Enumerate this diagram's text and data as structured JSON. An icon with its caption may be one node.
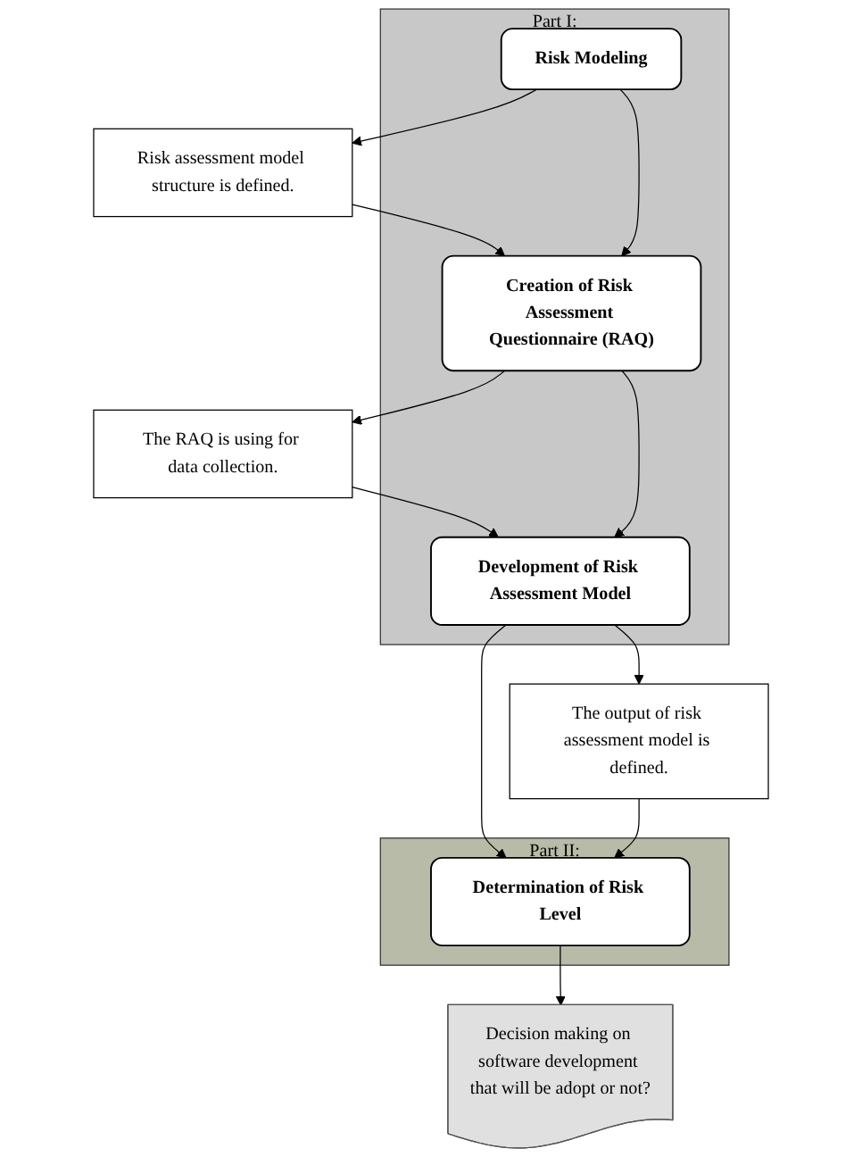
{
  "diagram": {
    "nodes": [
      {
        "text": [
          "Part I:"
        ]
      },
      {
        "text": [
          "Risk Modeling"
        ],
        "in": 0
      },
      {
        "text": [
          "Creation of Risk Assessment Questionnaire (RAQ)"
        ],
        "in": 0
      },
      {
        "text": [
          "Development of Risk Assessment Model"
        ],
        "in": 0
      },
      {
        "text": [
          "Risk assessment model structure is defined."
        ]
      },
      {
        "text": [
          "The RAQ is using for data collection."
        ]
      },
      {
        "text": [
          "The output of risk assessment model is defined."
        ]
      },
      {
        "text": [
          "Part II:"
        ]
      },
      {
        "text": [
          "Determination of Risk Level"
        ],
        "in": 7
      },
      {
        "text": [
          "Decision making on software development that will be adopt or not?"
        ]
      }
    ],
    "edges": [
      {
        "from": 1,
        "to": 4,
        "arrow": "to"
      },
      {
        "from": 4,
        "to": 2,
        "arrow": "to"
      },
      {
        "from": 1,
        "to": 2,
        "arrow": "to"
      },
      {
        "from": 2,
        "to": 5,
        "arrow": "to"
      },
      {
        "from": 5,
        "to": 3,
        "arrow": "to"
      },
      {
        "from": 2,
        "to": 3,
        "arrow": "to"
      },
      {
        "from": 3,
        "to": 6,
        "arrow": "to"
      },
      {
        "from": 3,
        "to": 8,
        "arrow": "to"
      },
      {
        "from": 6,
        "to": 8,
        "arrow": "to"
      },
      {
        "from": 8,
        "to": 9,
        "arrow": "to"
      }
    ]
  }
}
